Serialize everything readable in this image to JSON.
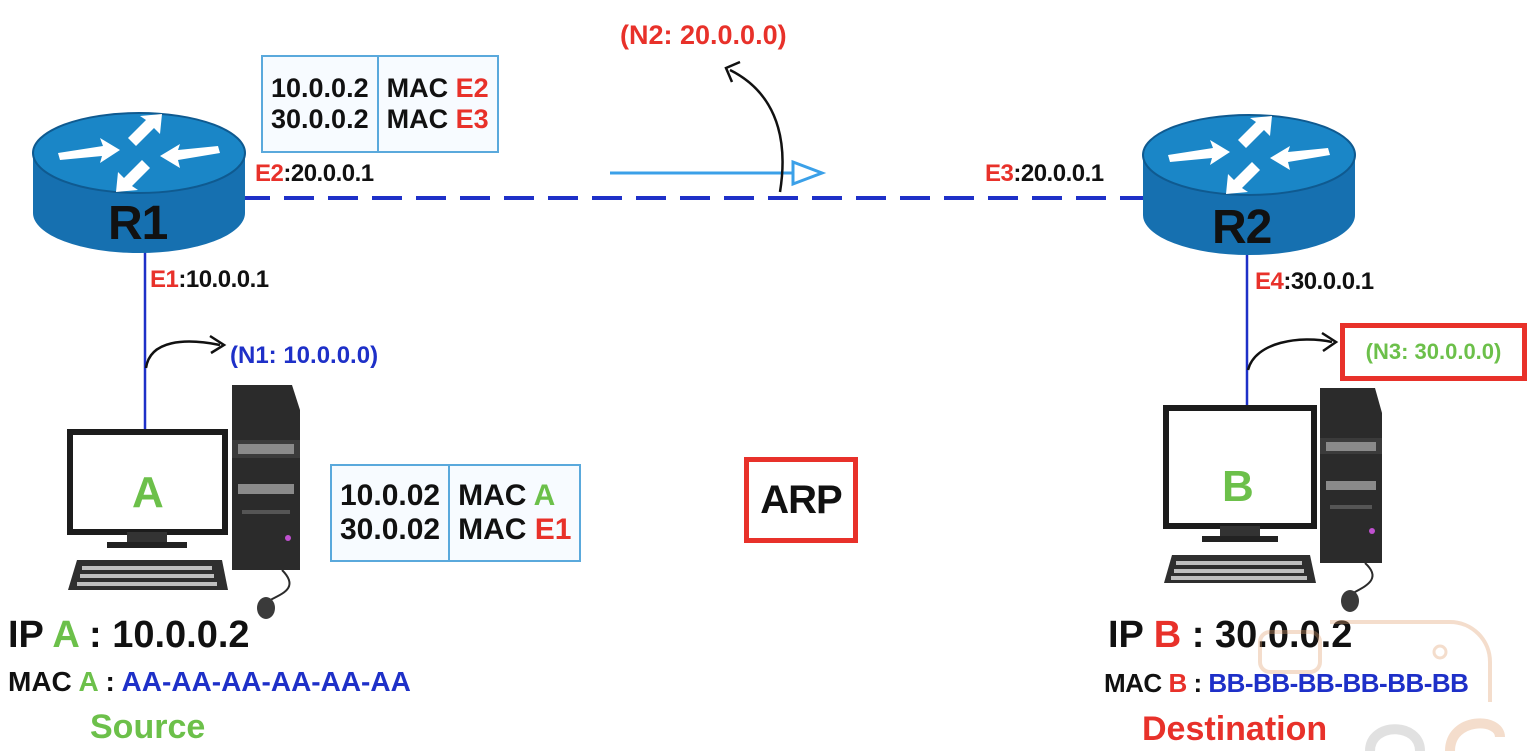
{
  "routers": {
    "r1": {
      "name": "R1"
    },
    "r2": {
      "name": "R2"
    }
  },
  "interfaces": {
    "e2": {
      "name": "E2",
      "ip": ":20.0.0.1"
    },
    "e3": {
      "name": "E3",
      "ip": ":20.0.0.1"
    },
    "e1": {
      "name": "E1",
      "ip": ":10.0.0.1"
    },
    "e4": {
      "name": "E4",
      "ip": ":30.0.0.1"
    }
  },
  "networks": {
    "n1": "(N1: 10.0.0.0)",
    "n2": "(N2: 20.0.0.0)",
    "n3": "(N3: 30.0.0.0)"
  },
  "r1_arp_table": {
    "rows": [
      {
        "ip": "10.0.0.2",
        "mac_prefix": "MAC",
        "mac_id": "E2"
      },
      {
        "ip": "30.0.0.2",
        "mac_prefix": "MAC",
        "mac_id": "E3"
      }
    ]
  },
  "a_arp_table": {
    "rows": [
      {
        "ip": "10.0.02",
        "mac_prefix": "MAC",
        "mac_id": "A"
      },
      {
        "ip": "30.0.02",
        "mac_prefix": "MAC",
        "mac_id": "E1"
      }
    ]
  },
  "center_label": "ARP",
  "host_a": {
    "screen_letter": "A",
    "ip_prefix": "IP",
    "ip_letter": "A",
    "ip_value": ": 10.0.0.2",
    "mac_prefix": "MAC",
    "mac_letter": "A",
    "mac_sep": " : ",
    "mac_value": "AA-AA-AA-AA-AA-AA",
    "role": "Source"
  },
  "host_b": {
    "screen_letter": "B",
    "ip_prefix": "IP",
    "ip_letter": "B",
    "ip_value": ": 30.0.0.2",
    "mac_prefix": "MAC",
    "mac_letter": "B",
    "mac_sep": " : ",
    "mac_value": "BB-BB-BB-BB-BB-BB",
    "role": "Destination"
  },
  "colors": {
    "interface_red": "#e8312a",
    "network_blue": "#1e30c8",
    "link_blue": "#1e30c8",
    "accent_green": "#6cc04a",
    "router_blue": "#1a86c7",
    "table_border": "#5aa9dc"
  }
}
